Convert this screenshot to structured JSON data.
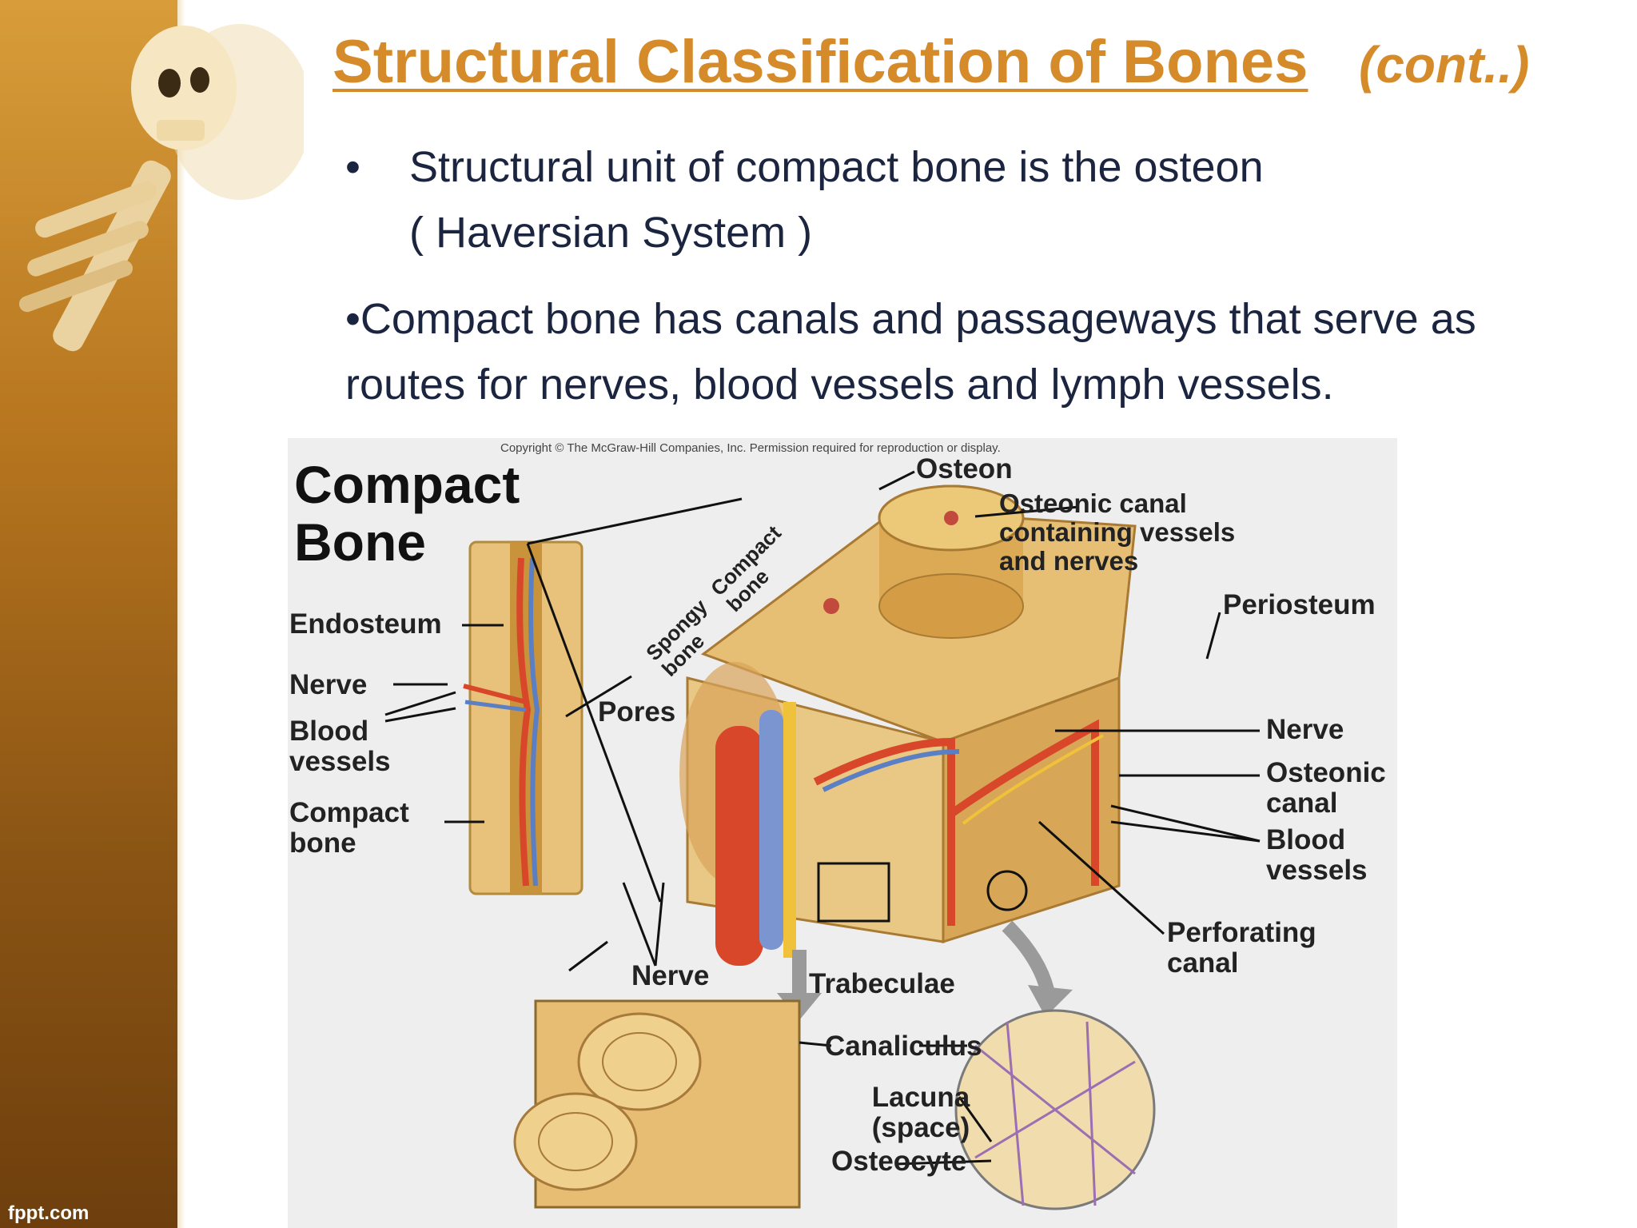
{
  "slide": {
    "title": "Structural Classification of Bones",
    "subtitle": "(cont..)",
    "footer_logo": "fppt.com",
    "bullet_symbol": "•",
    "bullets": [
      "Structural unit of compact bone is the osteon ( Haversian System )",
      "•Compact bone has canals and passageways that serve as routes for nerves, blood vessels and lymph vessels."
    ]
  },
  "figure": {
    "copyright": "Copyright © The McGraw-Hill Companies, Inc. Permission required for reproduction or display.",
    "heading": "Compact Bone",
    "labels": {
      "endosteum": "Endosteum",
      "nerve_left": "Nerve",
      "blood_vessels_left": "Blood vessels",
      "compact_bone_left": "Compact bone",
      "pores": "Pores",
      "spongy_bone": "Spongy bone",
      "compact_bone_diag": "Compact bone",
      "osteon": "Osteon",
      "osteonic_canal_top": "Osteonic canal containing vessels and nerves",
      "periosteum": "Periosteum",
      "nerve_right": "Nerve",
      "osteonic_canal_right": "Osteonic canal",
      "blood_vessels_right": "Blood vessels",
      "perforating_canal": "Perforating canal",
      "nerve_bottom": "Nerve",
      "trabeculae": "Trabeculae",
      "canaliculus": "Canaliculus",
      "lacuna": "Lacuna (space)",
      "osteocyte": "Osteocyte"
    }
  },
  "colors": {
    "title": "#d68b2a",
    "bullet_text": "#1c2540",
    "bone": "#e8c27a",
    "artery": "#d9472b",
    "vein": "#5a7fc4",
    "figure_bg": "#eeeeee"
  }
}
